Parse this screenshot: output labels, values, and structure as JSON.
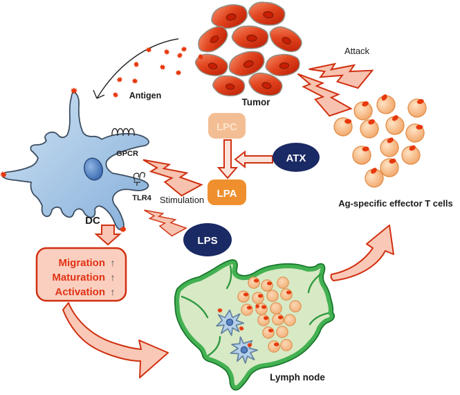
{
  "diagram": {
    "tumor_label": "Tumor",
    "attack_label": "Attack",
    "antigen_label": "Antigen",
    "dc_label": "DC",
    "receptors": {
      "gpcr": "GPCR",
      "tlr4": "TLR4"
    },
    "molecules": {
      "lpc": "LPC",
      "lpa": "LPA",
      "atx": "ATX",
      "lps": "LPS"
    },
    "stimulation_label": "Stimulation",
    "effects_box": {
      "lines": [
        "Migration",
        "Maturation",
        "Activation"
      ],
      "arrow_glyph": "↑"
    },
    "lymph_node_label": "Lymph node",
    "t_cells_label": "Ag-specific effector T cells",
    "colors": {
      "accent_red": "#D02F10",
      "bolt_pink": "#F7C3B0",
      "arrow_pink": "#F9C8B6",
      "navy": "#1A2A64",
      "lpa_orange": "#EF8F2E",
      "lpc_peach": "#F3BE94",
      "antigen_red": "#E7380C",
      "tumor_red": "#C21C03",
      "dc_blue": "#9DBFE4",
      "node_green": "#43B152",
      "node_interior": "#D8E9C5",
      "tcell_orange": "#F4A768"
    }
  }
}
